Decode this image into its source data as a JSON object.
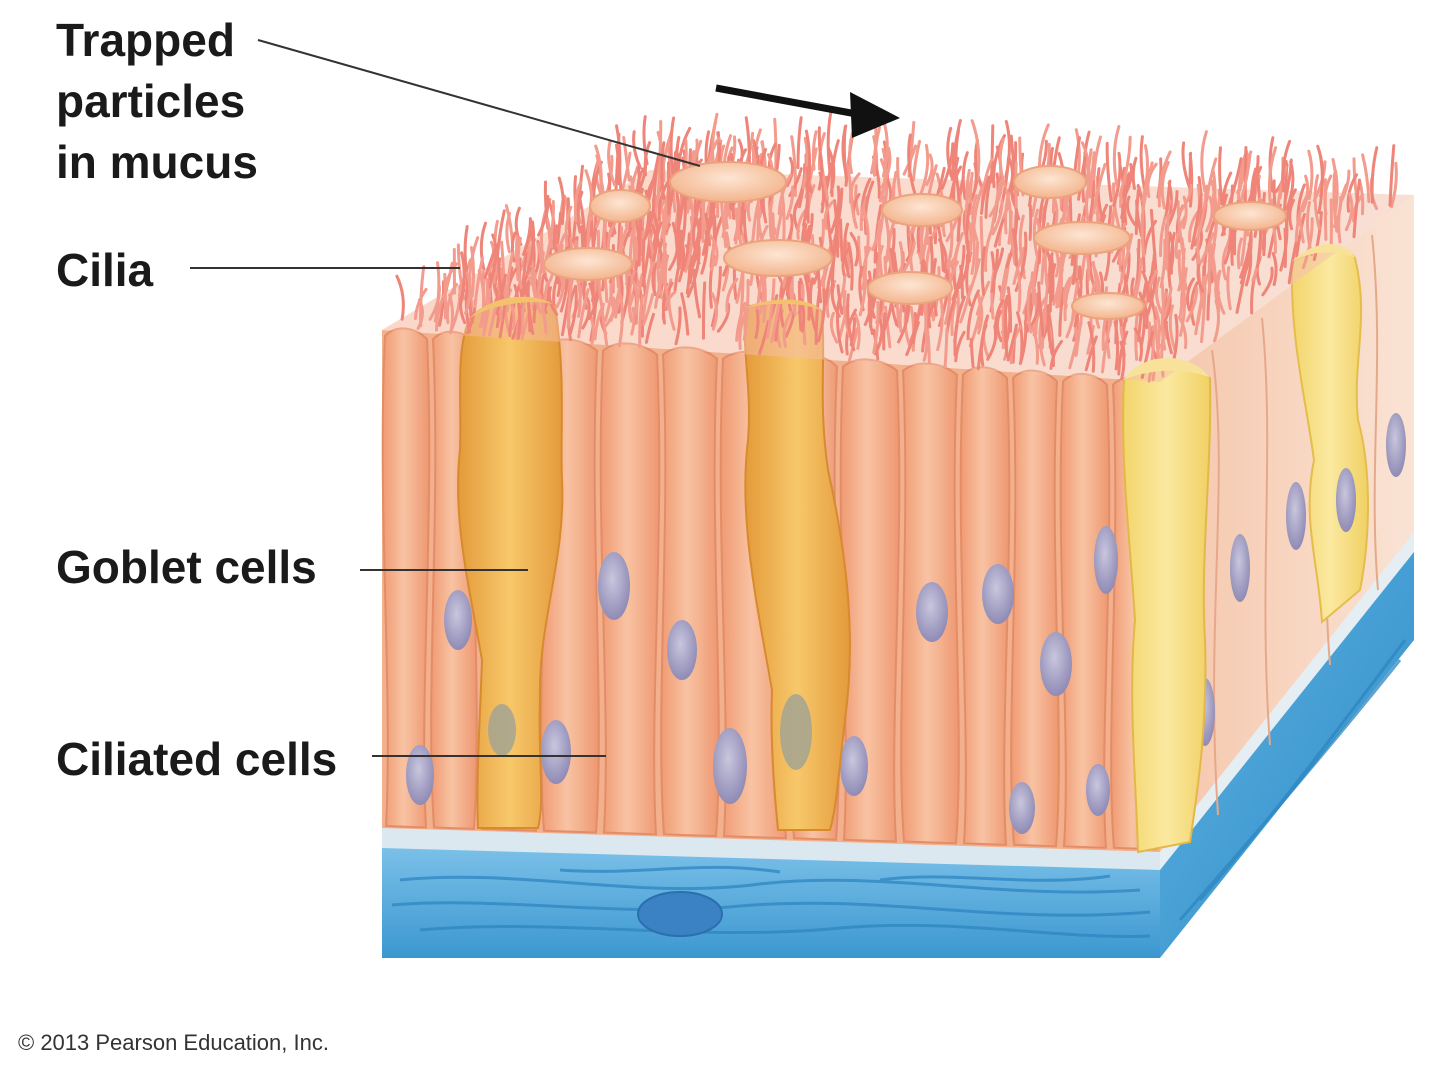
{
  "labels": {
    "trapped": [
      "Trapped",
      "particles",
      "in mucus"
    ],
    "cilia": "Cilia",
    "goblet": "Goblet cells",
    "ciliated": "Ciliated cells"
  },
  "copyright": "© 2013 Pearson Education, Inc.",
  "colors": {
    "ciliated_cell": "#f4b08c",
    "ciliated_cell_side": "#f7d3bf",
    "goblet_cell": "#f0b44c",
    "goblet_cell_side": "#f5d978",
    "cilia": "#f08a80",
    "mucus": "#f8c9a8",
    "nucleus": "#a7a3c6",
    "basement_membrane": "#d7e6ee",
    "connective_tissue": "#4fa7da",
    "label_text": "#1a1a1a",
    "leader_line": "#333333",
    "arrow": "#111111"
  },
  "icons": {
    "direction_arrow": "arrow-right-icon"
  }
}
